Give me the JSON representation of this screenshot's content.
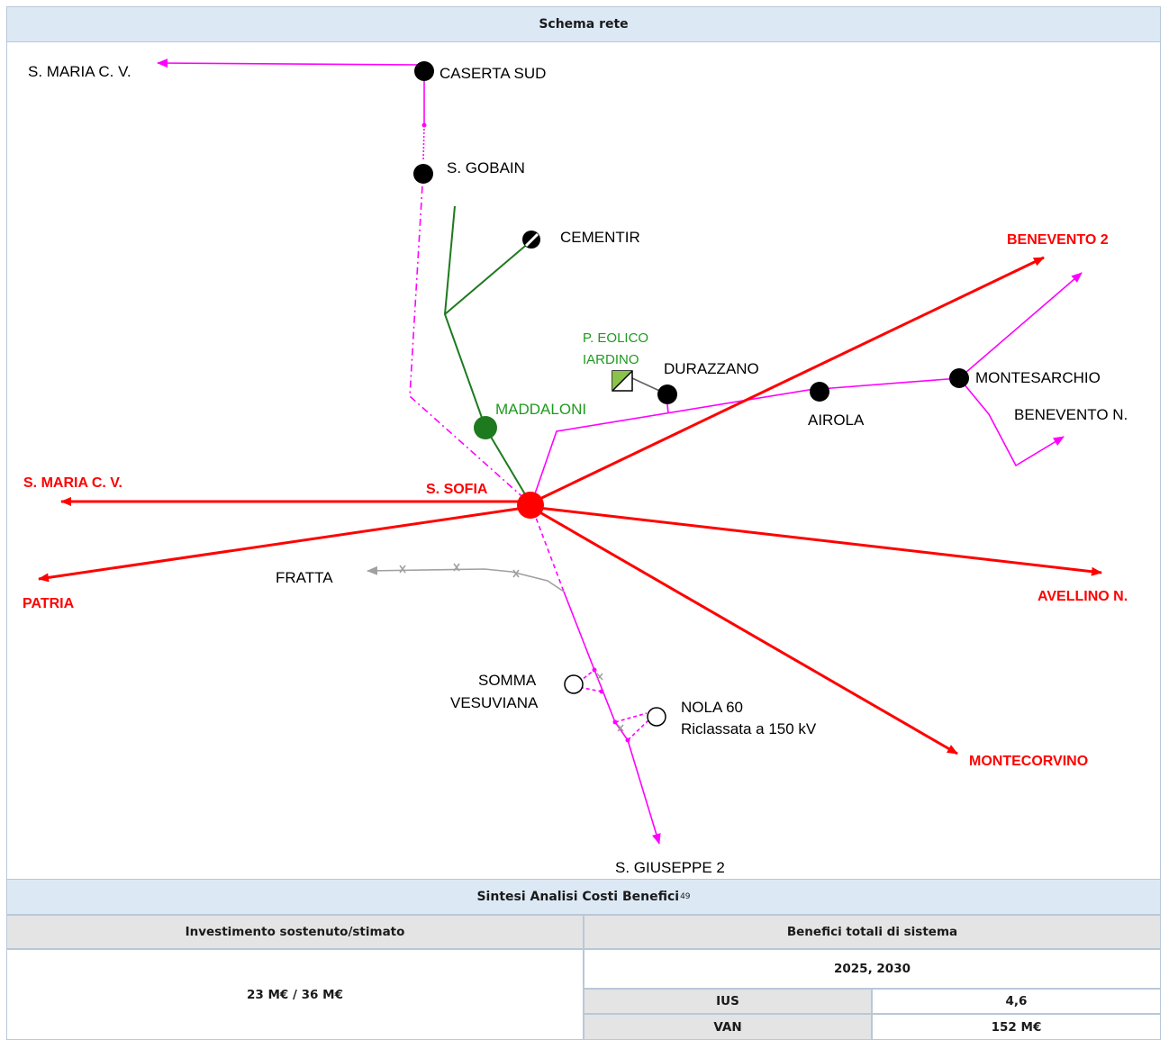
{
  "schema": {
    "title": "Schema rete",
    "nodes": {
      "s_maria_top": "S. MARIA  C. V.",
      "caserta_sud": "CASERTA SUD",
      "s_gobain": "S. GOBAIN",
      "cementir": "CEMENTIR",
      "benevento2": "BENEVENTO 2",
      "p_eolico_1": "P. EOLICO",
      "p_eolico_2": "IARDINO",
      "durazzano": "DURAZZANO",
      "montesarchio": "MONTESARCHIO",
      "maddaloni": "MADDALONI",
      "airola": "AIROLA",
      "benevento_n": "BENEVENTO  N.",
      "s_maria_red": "S. MARIA  C. V.",
      "s_sofia": "S. SOFIA",
      "fratta": "FRATTA",
      "patria": "PATRIA",
      "avellino": "AVELLINO N.",
      "somma_1": "SOMMA",
      "somma_2": "VESUVIANA",
      "nola_1": "NOLA  60",
      "nola_2": "Riclassata a 150 kV",
      "montecorvino": "MONTECORVINO",
      "s_giuseppe": "S. GIUSEPPE  2"
    },
    "colors": {
      "line_380kv": "#ff0000",
      "line_150kv": "#ff00ff",
      "line_green": "#1e7a1e",
      "line_grey": "#a0a0a0",
      "label_green": "#1e9a1e"
    }
  },
  "acb": {
    "title": "Sintesi Analisi Costi Benefici",
    "footnote": "49",
    "col_invest": "Investimento sostenuto/stimato",
    "col_benefits": "Benefici totali di sistema",
    "invest_value": "23 M€ / 36 M€",
    "years": "2025, 2030",
    "rows": [
      {
        "label": "IUS",
        "value": "4,6"
      },
      {
        "label": "VAN",
        "value": "152 M€"
      }
    ]
  }
}
